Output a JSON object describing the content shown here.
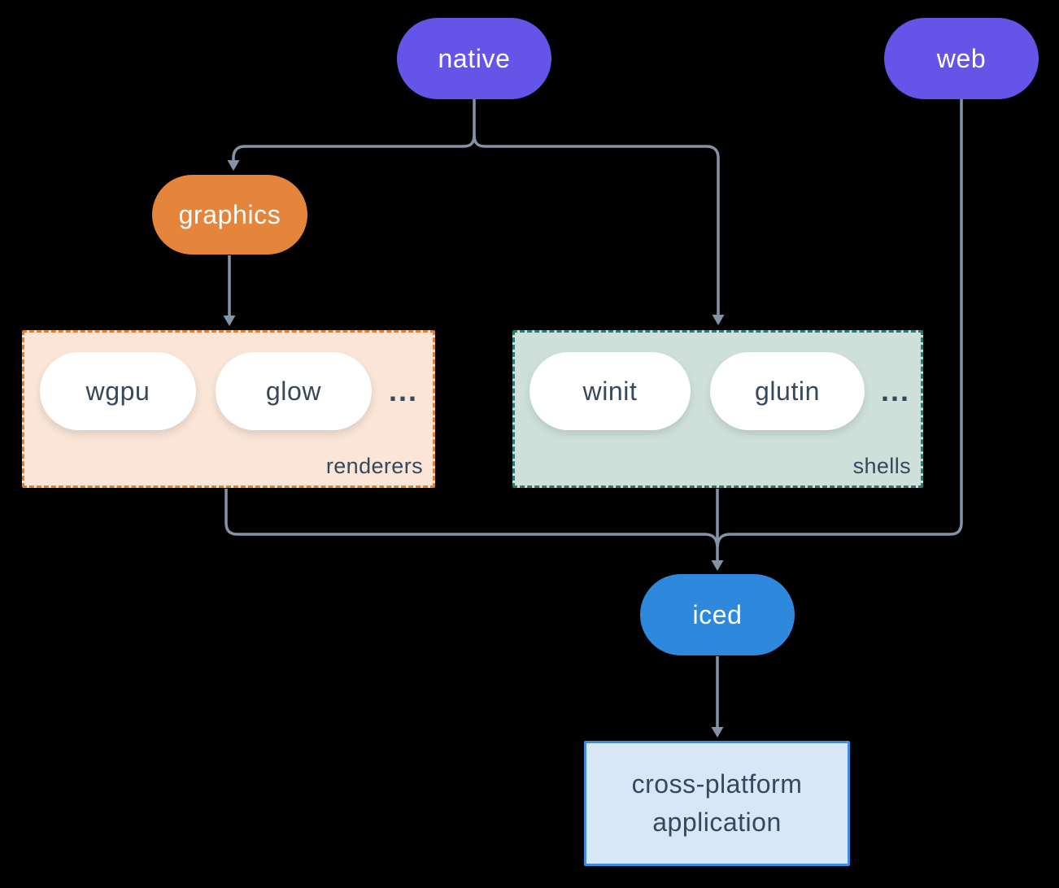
{
  "diagram": {
    "nodes": {
      "native": {
        "label": "native"
      },
      "web": {
        "label": "web"
      },
      "graphics": {
        "label": "graphics"
      },
      "iced": {
        "label": "iced"
      },
      "application": {
        "lines": [
          "cross-platform",
          "application"
        ]
      }
    },
    "groups": {
      "renderers": {
        "label": "renderers",
        "items": [
          "wgpu",
          "glow"
        ],
        "ellipsis": "..."
      },
      "shells": {
        "label": "shells",
        "items": [
          "winit",
          "glutin"
        ],
        "ellipsis": "..."
      }
    }
  },
  "colors": {
    "background": "#000000",
    "node_indigo": "#6455E8",
    "node_orange": "#E5843B",
    "node_blue": "#2E89DC",
    "pill_white": "#FFFFFF",
    "renderers_bg": "#FAE5D6",
    "renderers_border": "#E0802F",
    "shells_bg": "#CFE0DA",
    "shells_border": "#2F7A6F",
    "app_bg": "#D7E7F8",
    "app_border": "#3D8EE0",
    "text_light": "#FFFFFF",
    "text_dark": "#36485C",
    "connector": "#8394A7"
  }
}
